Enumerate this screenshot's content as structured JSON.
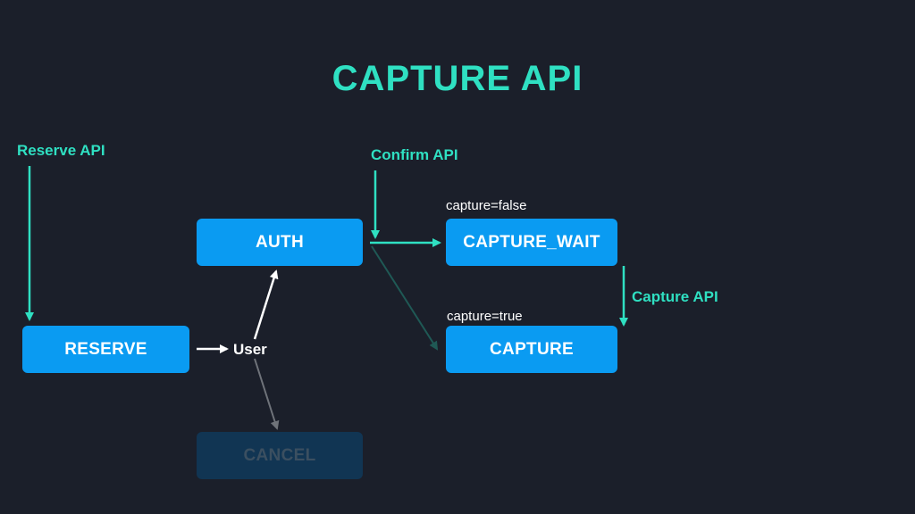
{
  "title": "CAPTURE API",
  "labels": {
    "reserve_api": "Reserve API",
    "confirm_api": "Confirm API",
    "capture_api": "Capture API",
    "capture_false": "capture=false",
    "capture_true": "capture=true",
    "user": "User"
  },
  "nodes": {
    "auth": "AUTH",
    "reserve": "RESERVE",
    "capture_wait": "CAPTURE_WAIT",
    "capture": "CAPTURE",
    "cancel": "CANCEL"
  },
  "colors": {
    "background": "#1b1f2a",
    "accent": "#2fe0c2",
    "node": "#0a9bf2",
    "node_dim": "#113553",
    "arrow_dim": "#1f5955",
    "arrow_gray": "#6f737a"
  }
}
